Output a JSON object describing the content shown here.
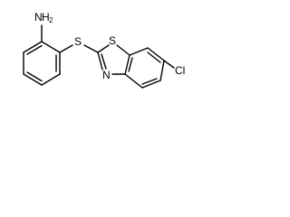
{
  "structure": {
    "atoms": {
      "amine_n": "N",
      "amine_h": "H",
      "amine_h_count": "2",
      "thioether_s": "S",
      "ring_s": "S",
      "ring_n": "N",
      "chlorine": "Cl"
    }
  }
}
